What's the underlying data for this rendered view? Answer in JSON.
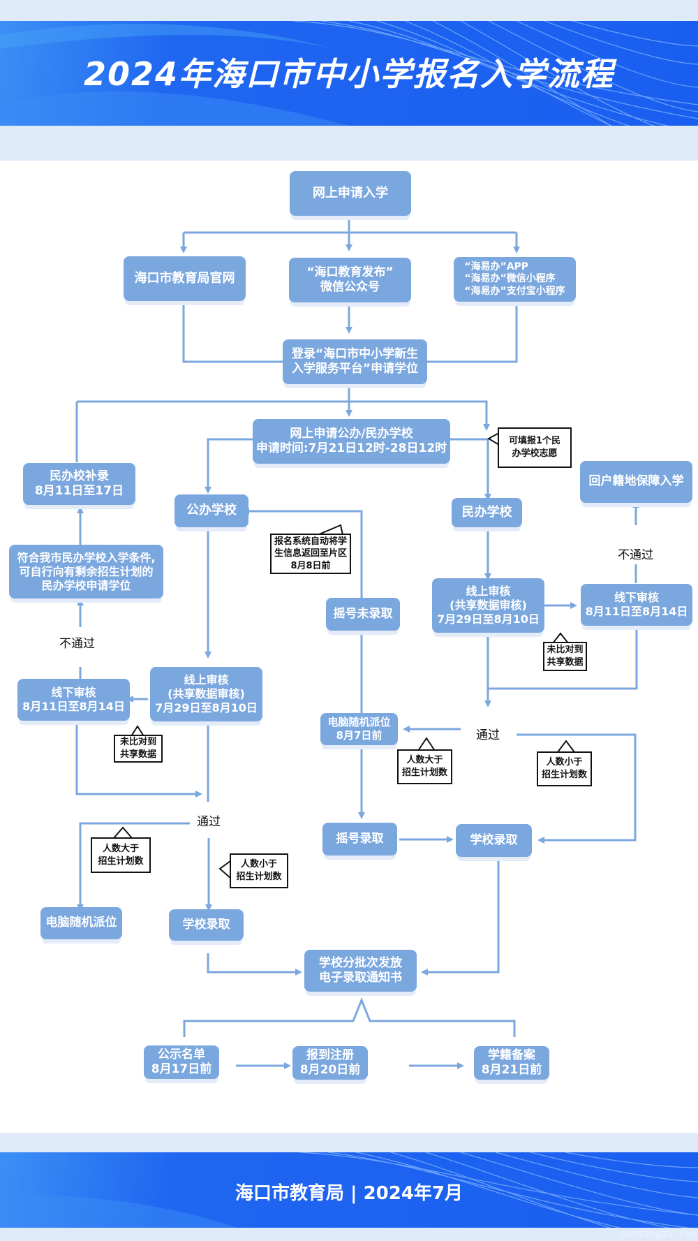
{
  "header": {
    "title": "2024年海口市中小学报名入学流程"
  },
  "footer": {
    "text": "海口市教育局 | 2024年7月",
    "watermark": "sunyingzi.com"
  },
  "colors": {
    "box_fill": "#7ba7df",
    "connector": "#7ba7de",
    "banner_blue": "#1a5ef0",
    "band_light": "#dfeafb"
  },
  "nodes": {
    "apply_online": "网上申请入学",
    "channel_website": "海口市教育局官网",
    "channel_wechat": "“海口教育发布”\n微信公众号",
    "channel_app": "“海易办”APP\n“海易办”微信小程序\n“海易办”支付宝小程序",
    "login_platform": "登录“海口市中小学新生\n入学服务平台”申请学位",
    "apply_schools": "网上申请公办/民办学校\n申请时间:7月21日12时-28日12时",
    "private_supplement": "民办校补录\n8月11日至17日",
    "public_school": "公办学校",
    "private_school": "民办学校",
    "hukou_guarantee": "回户籍地保障入学",
    "private_eligible": "符合我市民办学校入学条件,\n可自行向有剩余招生计划的\n民办学校申请学位",
    "lottery_not_admitted": "摇号未录取",
    "private_online_review": "线上审核\n(共享数据审核)\n7月29日至8月10日",
    "private_offline_review": "线下审核\n8月11日至8月14日",
    "public_offline_review": "线下审核\n8月11日至8月14日",
    "public_online_review": "线上审核\n(共享数据审核)\n7月29日至8月10日",
    "private_random_assign": "电脑随机派位\n8月7日前",
    "public_random_assign": "电脑随机派位",
    "public_school_admit": "学校录取",
    "lottery_admitted": "摇号录取",
    "private_school_admit": "学校录取",
    "notice_issue": "学校分批次发放\n电子录取通知书",
    "publish_list": "公示名单\n8月17日前",
    "register": "报到注册\n8月20日前",
    "file_record": "学籍备案\n8月21日前"
  },
  "labels": {
    "fail_left": "不通过",
    "fail_right": "不通过",
    "pass_public": "通过",
    "pass_private": "通过"
  },
  "callouts": {
    "one_private_choice": "可填报1个民\n办学校志愿",
    "return_to_district": "报名系统自动将学\n生信息返回至片区\n8月8日前",
    "no_match_right": "未比对到\n共享数据",
    "no_match_left": "未比对到\n共享数据",
    "more_than_plan_private": "人数大于\n招生计划数",
    "less_than_plan_private": "人数小于\n招生计划数",
    "more_than_plan_public": "人数大于\n招生计划数",
    "less_than_plan_public": "人数小于\n招生计划数"
  }
}
